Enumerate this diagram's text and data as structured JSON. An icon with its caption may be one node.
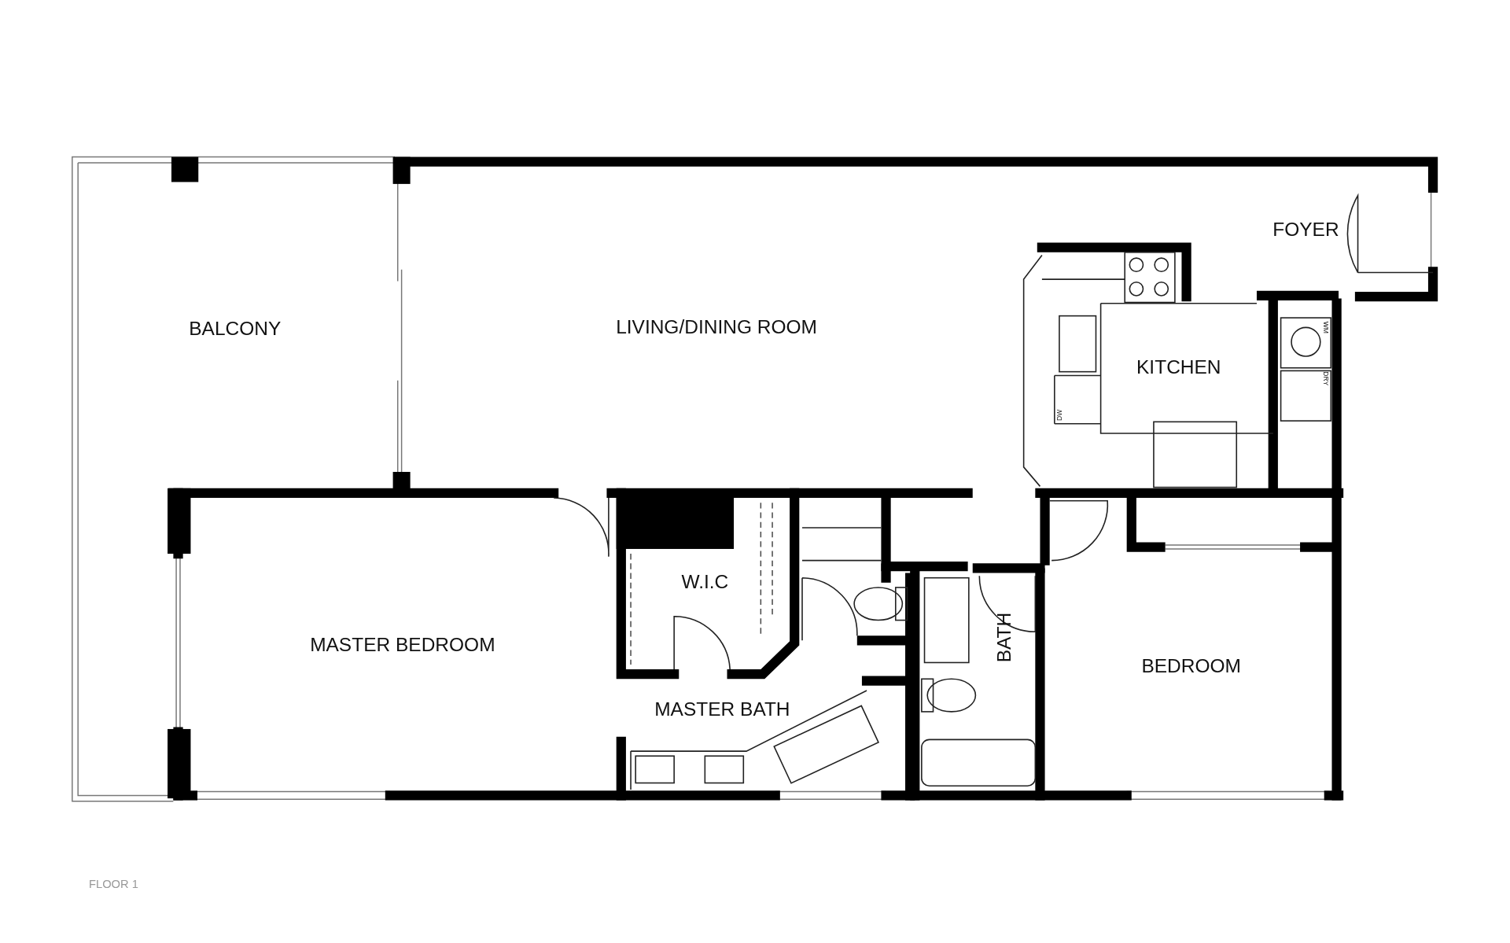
{
  "diagram": {
    "labels": [
      "BALCONY",
      "LIVING/DINING ROOM",
      "FOYER",
      "WM",
      "KITCHEN",
      "DRY",
      "DW",
      "W.I.C",
      "MASTER BEDROOM",
      "BATH",
      "BEDROOM",
      "MASTER BATH",
      "FLOOR 1"
    ]
  }
}
